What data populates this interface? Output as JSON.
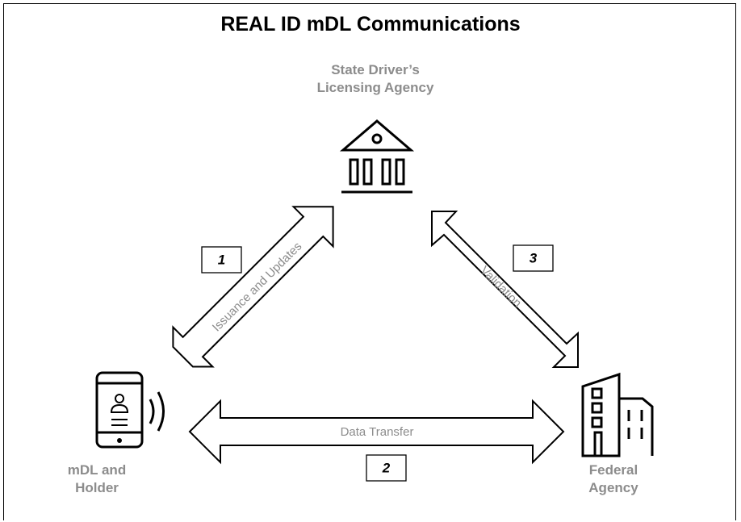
{
  "title": "REAL ID mDL Communications",
  "nodes": {
    "state_agency": {
      "line1": "State Driver’s",
      "line2": "Licensing Agency",
      "icon": "government-building-icon"
    },
    "mdl_holder": {
      "line1": "mDL and",
      "line2": "Holder",
      "icon": "mobile-phone-icon"
    },
    "federal_agency": {
      "line1": "Federal",
      "line2": "Agency",
      "icon": "office-building-icon"
    }
  },
  "links": [
    {
      "number": "1",
      "label": "Issuance and Updates",
      "from": "mDL and Holder",
      "to": "State Driver’s Licensing Agency"
    },
    {
      "number": "2",
      "label": "Data Transfer",
      "from": "mDL and Holder",
      "to": "Federal Agency"
    },
    {
      "number": "3",
      "label": "Validation",
      "from": "State Driver’s Licensing Agency",
      "to": "Federal Agency"
    }
  ],
  "colors": {
    "label_gray": "#8c8c8c",
    "line": "#000000",
    "background": "#ffffff"
  }
}
